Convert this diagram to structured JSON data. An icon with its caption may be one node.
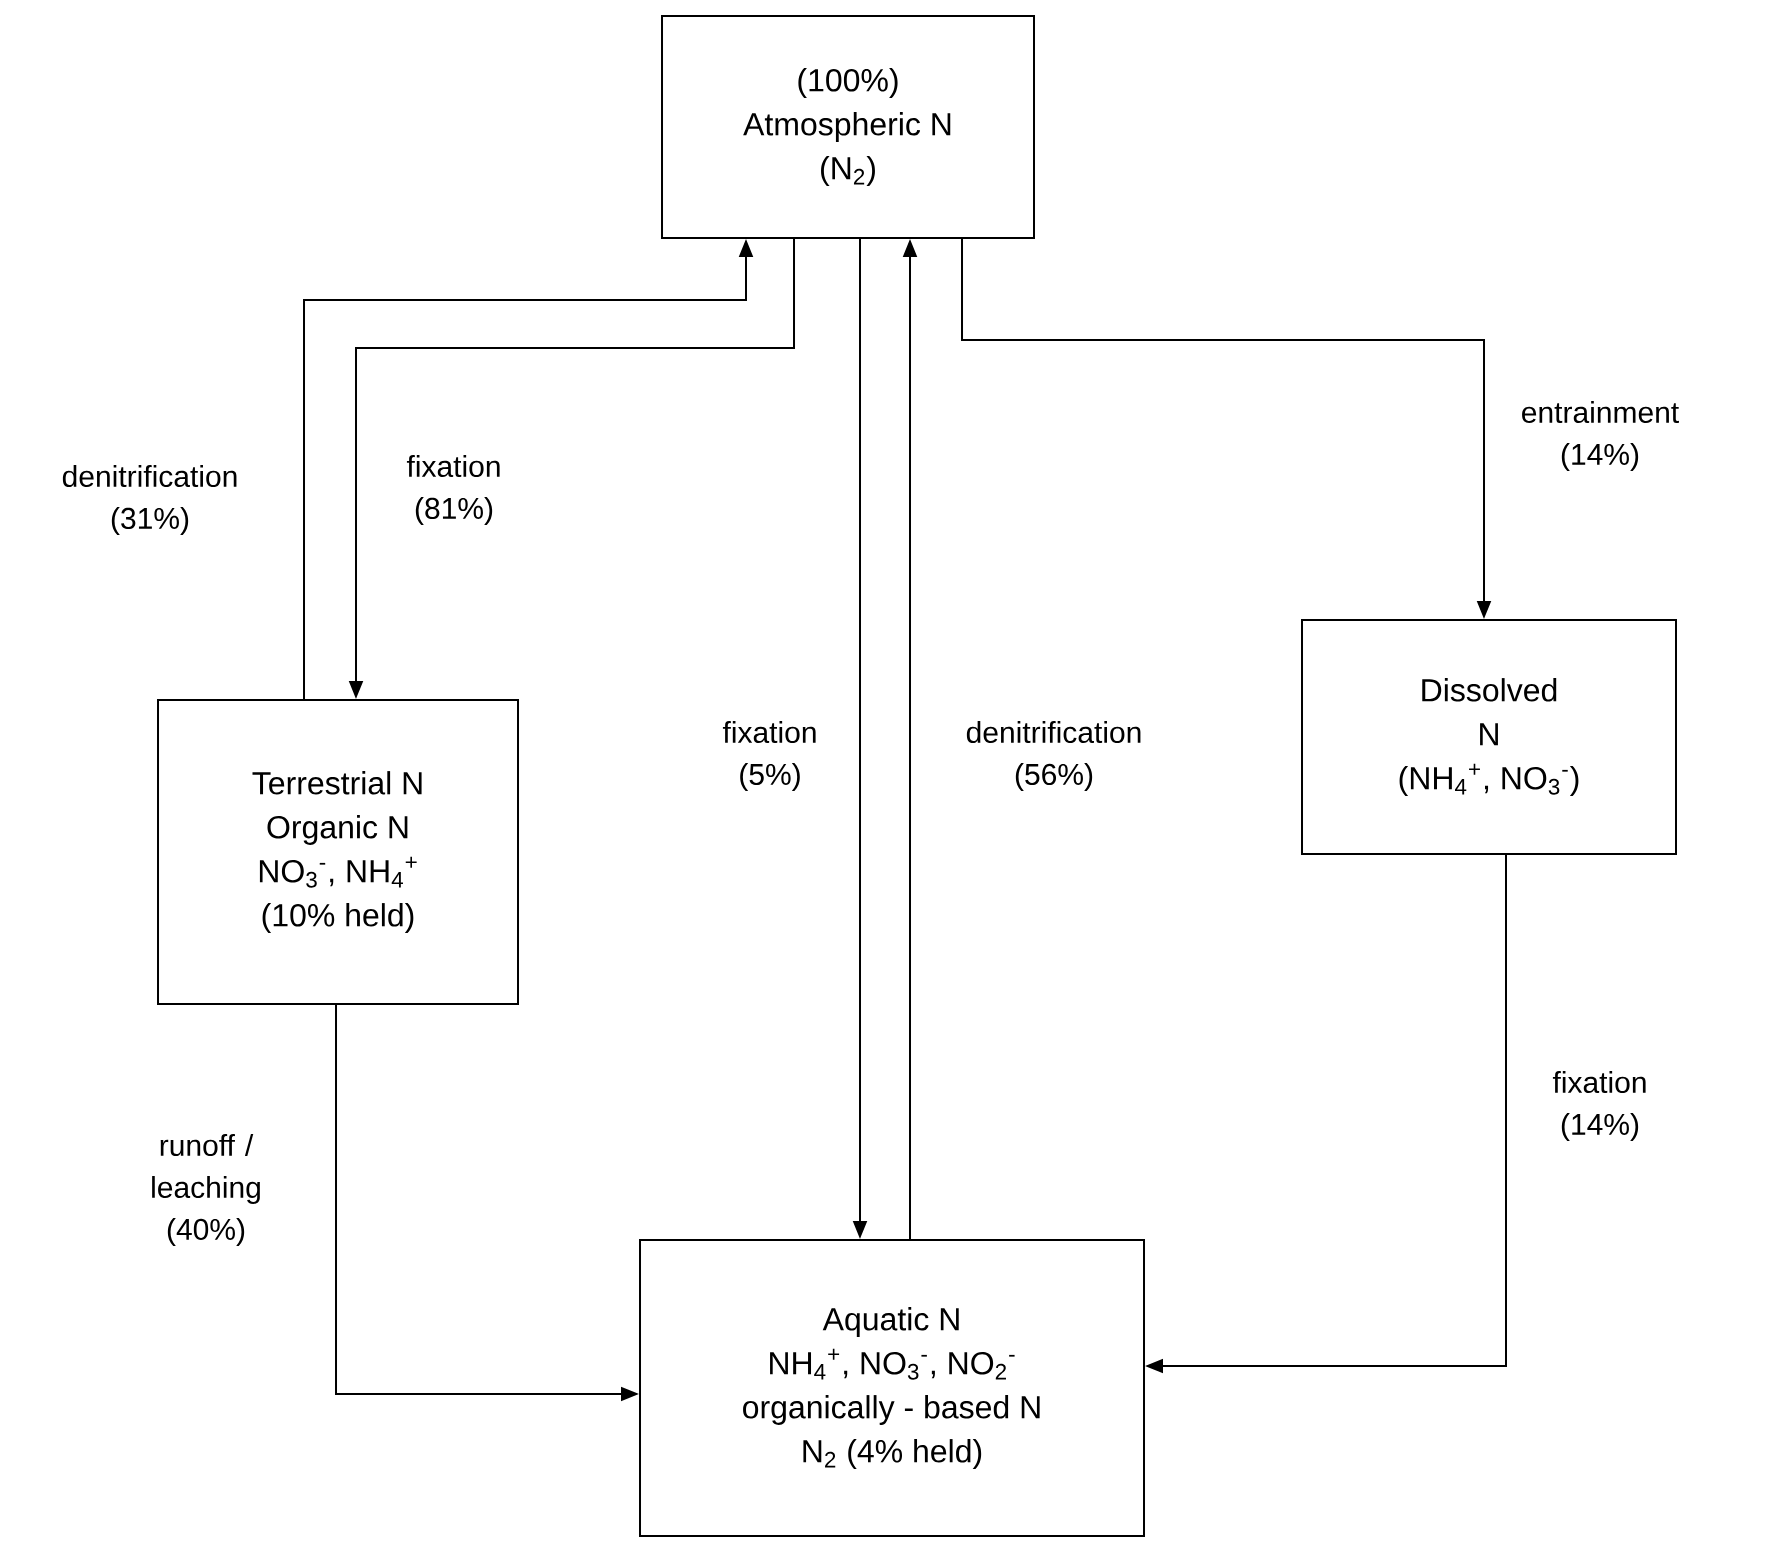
{
  "diagram": {
    "nodes": [
      {
        "text": [
          "(100%)",
          "Atmospheric N",
          "(N$_{2}$)"
        ]
      },
      {
        "text": [
          "Terrestrial N",
          "Organic N",
          "NO$_{3}$$^{-}$, NH$_{4}$$^{+}$",
          "(10% held)"
        ]
      },
      {
        "text": [
          "Dissolved",
          "N",
          "(NH$_{4}$$^{+}$, NO$_{3}$$^{-}$)"
        ]
      },
      {
        "text": [
          "Aquatic N",
          "NH$_{4}$$^{+}$, NO$_{3}$$^{-}$, NO$_{2}$$^{-}$",
          "organically - based N",
          "N$_{2}$ (4% held)"
        ]
      }
    ],
    "edges": [
      {
        "from": 1,
        "to": 0,
        "arrow": "to",
        "label": "denitrification (31%)"
      },
      {
        "from": 0,
        "to": 1,
        "arrow": "to",
        "label": "fixation (81%)"
      },
      {
        "from": 0,
        "to": 3,
        "arrow": "to",
        "label": "fixation (5%)"
      },
      {
        "from": 3,
        "to": 0,
        "arrow": "to",
        "label": "denitrification (56%)"
      },
      {
        "from": 0,
        "to": 2,
        "arrow": "to",
        "label": "entrainment (14%)"
      },
      {
        "from": 1,
        "to": 3,
        "arrow": "to",
        "label": "runoff / leaching (40%)"
      },
      {
        "from": 2,
        "to": 3,
        "arrow": "to",
        "label": "fixation (14%)"
      }
    ]
  }
}
